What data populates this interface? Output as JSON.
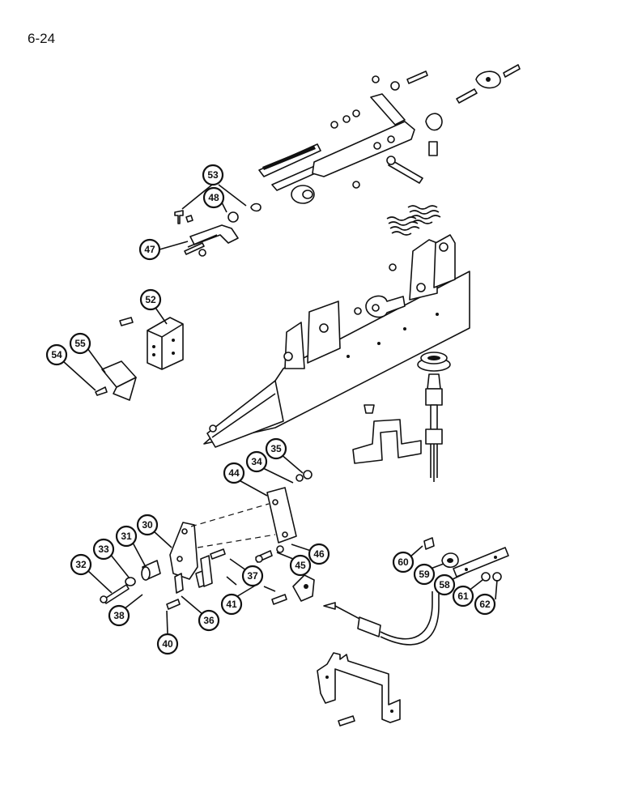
{
  "page_number": "6-24",
  "callouts": [
    "53",
    "48",
    "47",
    "52",
    "55",
    "54",
    "35",
    "34",
    "44",
    "30",
    "31",
    "33",
    "32",
    "38",
    "40",
    "36",
    "37",
    "41",
    "45",
    "46",
    "60",
    "59",
    "58",
    "61",
    "62"
  ]
}
